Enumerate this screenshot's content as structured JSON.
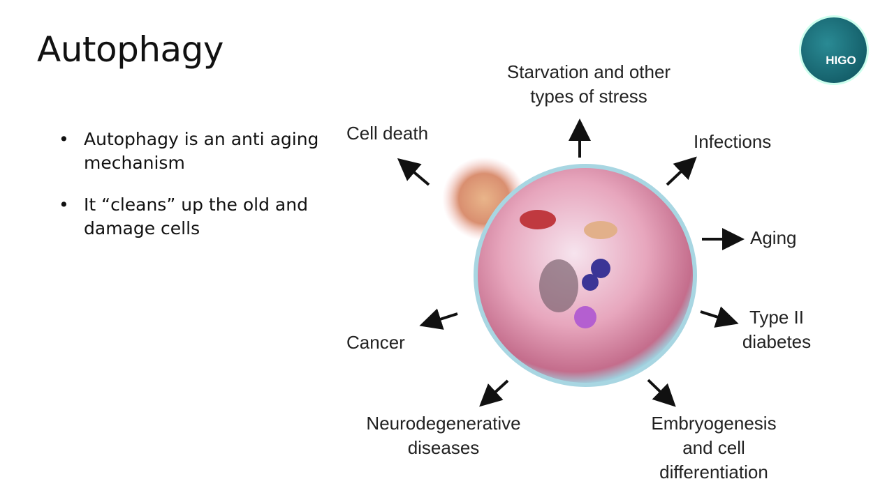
{
  "slide": {
    "title": "Autophagy",
    "bullets": [
      "Autophagy is an anti aging mechanism",
      "It “cleans” up the old and damage cells"
    ]
  },
  "diagram": {
    "labels": {
      "starvation": "Starvation and other\ntypes of stress",
      "infections": "Infections",
      "aging": "Aging",
      "diabetes": "Type II\ndiabetes",
      "embryogenesis": "Embryogenesis\nand cell\ndifferentiation",
      "neuro": "Neurodegenerative\ndiseases",
      "cancer": "Cancer",
      "cell_death": "Cell death"
    }
  },
  "logo": {
    "text": "HIGO"
  }
}
